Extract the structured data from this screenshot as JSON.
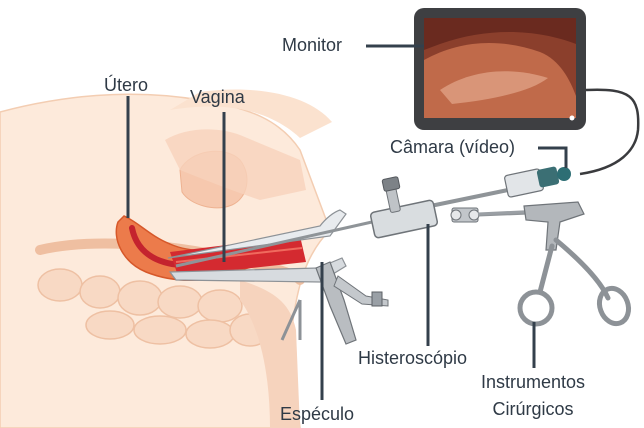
{
  "labels": {
    "monitor": "Monitor",
    "utero": "Útero",
    "vagina": "Vagina",
    "camara": "Câmara (vídeo)",
    "histeroscopio": "Histeroscópio",
    "especulo": "Espéculo",
    "instrumentos_line1": "Instrumentos",
    "instrumentos_line2": "Cirúrgicos"
  },
  "colors": {
    "skin": "#fbe2cf",
    "skin_dark": "#f3c9aa",
    "organ": "#f1b39a",
    "uterus": "#e8622f",
    "canal": "#c81e2a",
    "instrument": "#a9adb1",
    "instrument_dark": "#6f7479",
    "leader": "#34404c",
    "monitor_frame": "#3e3f42",
    "screen_tissue": "#c06a4a",
    "camera": "#2d6e74"
  }
}
